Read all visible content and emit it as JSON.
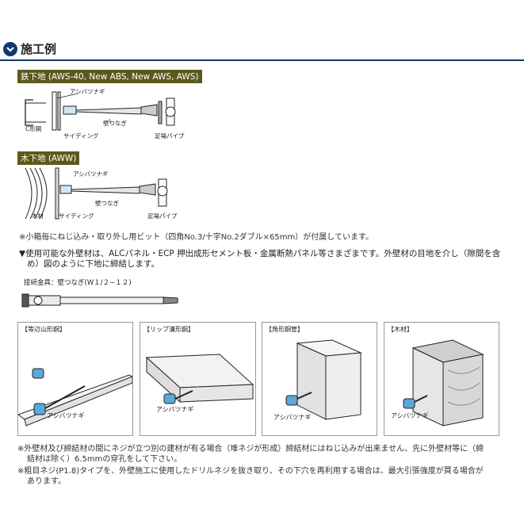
{
  "section": {
    "title": "施工例"
  },
  "steel": {
    "tag": "鉄下地 (AWS-40, New ABS, New AWS, AWS)",
    "labels": {
      "ashiba_tsunagi": "アシバツナギ",
      "kabe_tsunagi": "壁つなぎ",
      "c_steel": "C形鋼",
      "siding": "サイディング",
      "ashiba_pipe": "足場パイプ"
    }
  },
  "wood": {
    "tag": "木下地 (AWW)",
    "labels": {
      "ashiba_tsunagi": "アシバツナギ",
      "kabe_tsunagi": "壁つなぎ",
      "mokuzai": "木材",
      "siding": "サイディング",
      "ashiba_pipe": "足場パイプ"
    }
  },
  "note_bit": "※小箱毎にねじ込み・取り外し用ビット（四角No.3/十字No.2ダブル×65mm）が付属しています。",
  "usage_line1": "▼使用可能な外壁材は、ALCパネル・ECP 押出成形セメント板・金属断熱パネル等さまざまです。外壁材の目地を介し（隙間を含",
  "usage_line2": "め）図のように下地に締結します。",
  "fitting_caption": "接続金具：壁つなぎ(W１/２−１２)",
  "panels": [
    {
      "label": "【等辺山形鋼】",
      "sub": "アシバツナギ"
    },
    {
      "label": "【リップ溝形鋼】",
      "sub": "アシバツナギ"
    },
    {
      "label": "【角形鋼管】",
      "sub": "アシバツナギ"
    },
    {
      "label": "【木材】",
      "sub": "アシバツナギ"
    }
  ],
  "foot1_line1": "※外壁材及び締結材の間にネジが立つ別の建材が有る場合（堆ネジが形成）締結材にはねじ込みが出来ません、先に外壁材等に（締",
  "foot1_line2": "結材は除く）6.5mmの穿孔をして下さい。",
  "foot2_line1": "※粗目ネジ(P1.8)タイプを、外壁施工に使用したドリルネジを抜き取り、その下穴を再利用する場合は、最大引張強度が買る場合が",
  "foot2_line2": "あります。"
}
